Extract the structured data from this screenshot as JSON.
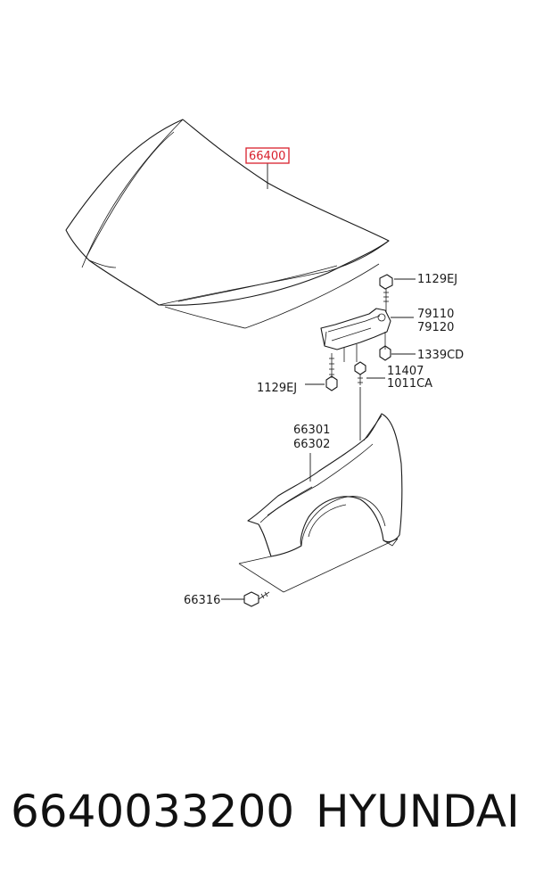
{
  "callouts": {
    "hood": "66400",
    "bolt_top": "1129EJ",
    "hinge_a": "79110",
    "hinge_b": "79120",
    "nut": "1339CD",
    "bolt_left": "1129EJ",
    "screw_a": "11407",
    "screw_b": "1011CA",
    "fender_a": "66301",
    "fender_b": "66302",
    "fender_bolt": "66316"
  },
  "footer": {
    "part_number": "6640033200",
    "brand": "HYUNDAI"
  },
  "colors": {
    "highlight": "#d8202c",
    "line": "#1a1a1a"
  }
}
